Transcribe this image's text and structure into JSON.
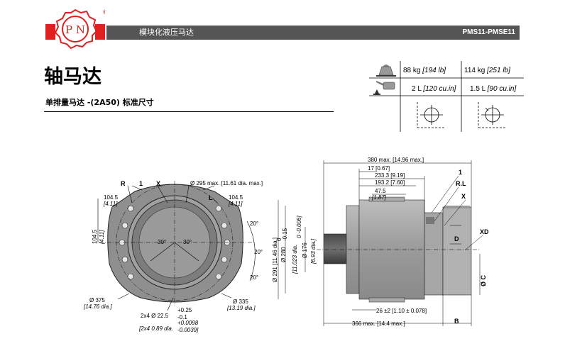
{
  "header": {
    "logo_text": "P N",
    "logo_mark": "®",
    "title": "模块化液压马达",
    "code": "PMS11-PMSE11"
  },
  "page": {
    "title": "轴马达",
    "subtitle": "单排量马达 -(2A50) 标准尺寸"
  },
  "specs": {
    "weight_1": "88 kg",
    "weight_1_imperial": "[194 lb]",
    "weight_2": "114 kg",
    "weight_2_imperial": "[251 lb]",
    "oil_1": "2 L",
    "oil_1_imperial": "[120 cu.in]",
    "oil_2": "1.5 L",
    "oil_2_imperial": "[90 cu.in]",
    "icons": [
      "weight-icon",
      "oil-can-icon",
      "mounting-position-icon"
    ]
  },
  "front_view": {
    "label_r": "R",
    "label_1": "1",
    "label_x": "X",
    "label_l": "L",
    "dia_295": "Ø 295 max. [11.61 dia. max.]",
    "left_1045": "104.5",
    "left_1045_imp": "[4.11]",
    "right_1045": "104.5",
    "right_1045_imp": "[4.11]",
    "vert_1045": "104.5",
    "vert_1045_imp": "[4.11]",
    "angle_30a": "30°",
    "angle_30b": "30°",
    "angle_20a": "20°",
    "angle_20b": "20°",
    "angle_20c": "20°",
    "dia_375": "Ø 375",
    "dia_375_imp": "[14.76 dia.]",
    "dia_335": "Ø 335",
    "dia_335_imp": "[13.19 dia.]",
    "holes": "2x4 Ø 22.5",
    "holes_tol_up": "+0.25",
    "holes_tol_dn": "-0.1",
    "holes_imp": "[2x4 0.89 dia.",
    "holes_imp_tol_up": "+0.0098",
    "holes_imp_tol_dn": "-0.0039]"
  },
  "side_view": {
    "len_380": "380 max. [14.96 max.]",
    "len_17": "17 [0.67]",
    "len_2333": "233.3 [9.19]",
    "len_1932": "193.2 [7.60]",
    "len_475": "47.5",
    "len_475_imp": "[1.87]",
    "label_1": "1",
    "label_rl": "R.L",
    "label_x": "X",
    "label_xd": "XD",
    "label_d": "D",
    "label_c": "Ø C",
    "label_b": "B",
    "dia_291": "Ø 291 [11.46 dia.]",
    "dia_280": "Ø 280",
    "dia_280_tol_up": "0",
    "dia_280_tol_dn": "-0.15",
    "dia_280_imp": "[11.023 dia.",
    "dia_280_imp_tol": "0 -0.006]",
    "dia_176": "Ø 176",
    "dia_176_imp": "[6.93 dia.]",
    "len_26": "26 ±2 [1.10 ± 0.078]",
    "len_366": "366 max. [14.4 max.]"
  }
}
